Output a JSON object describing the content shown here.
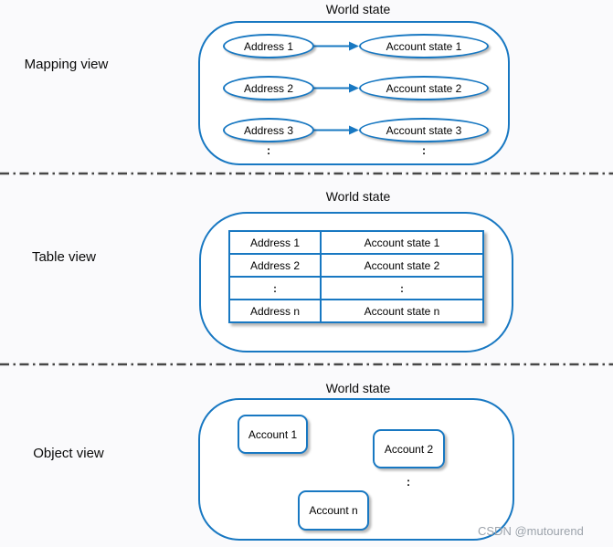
{
  "page": {
    "background": "#fafafc",
    "accent": "#1878c2",
    "divider_color": "#474747",
    "watermark": "CSDN @mutourend",
    "watermark_color": "#9ca3ab"
  },
  "mapping": {
    "label": "Mapping view",
    "title": "World state",
    "pairs": [
      {
        "address": "Address 1",
        "account": "Account state 1"
      },
      {
        "address": "Address 2",
        "account": "Account state 2"
      },
      {
        "address": "Address 3",
        "account": "Account state 3"
      }
    ],
    "address_ellipsis": ":",
    "account_ellipsis": ":"
  },
  "table": {
    "label": "Table view",
    "title": "World state",
    "rows": [
      {
        "address": "Address 1",
        "account": "Account state 1"
      },
      {
        "address": "Address 2",
        "account": "Account state 2"
      },
      {
        "address": ":",
        "account": ":"
      },
      {
        "address": "Address n",
        "account": "Account state n"
      }
    ]
  },
  "object": {
    "label": "Object view",
    "title": "World state",
    "boxes": [
      {
        "label": "Account 1"
      },
      {
        "label": "Account 2"
      },
      {
        "label": "Account n"
      }
    ],
    "ellipsis": ":"
  }
}
